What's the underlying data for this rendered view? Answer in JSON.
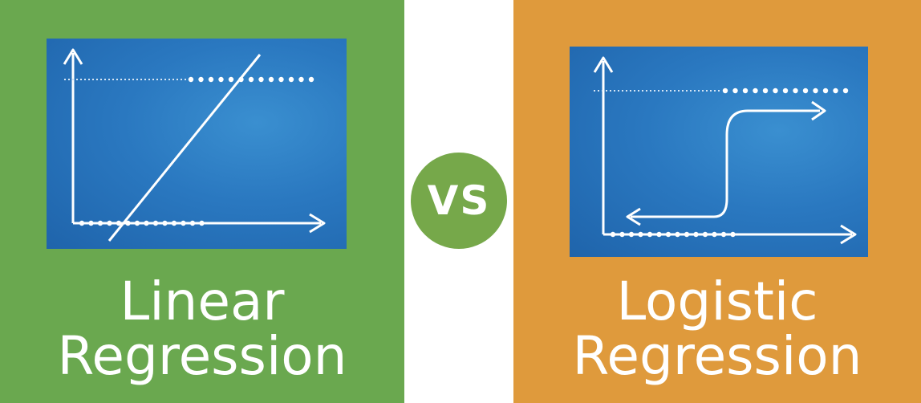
{
  "colors": {
    "left_panel": "#6aa84f",
    "right_panel": "#df9a3c",
    "vs_badge": "#76a84a",
    "board_line": "#ffffff"
  },
  "left": {
    "title_line1": "Linear",
    "title_line2": "Regression"
  },
  "right": {
    "title_line1": "Logistic",
    "title_line2": "Regression"
  },
  "vs_label": "VS"
}
